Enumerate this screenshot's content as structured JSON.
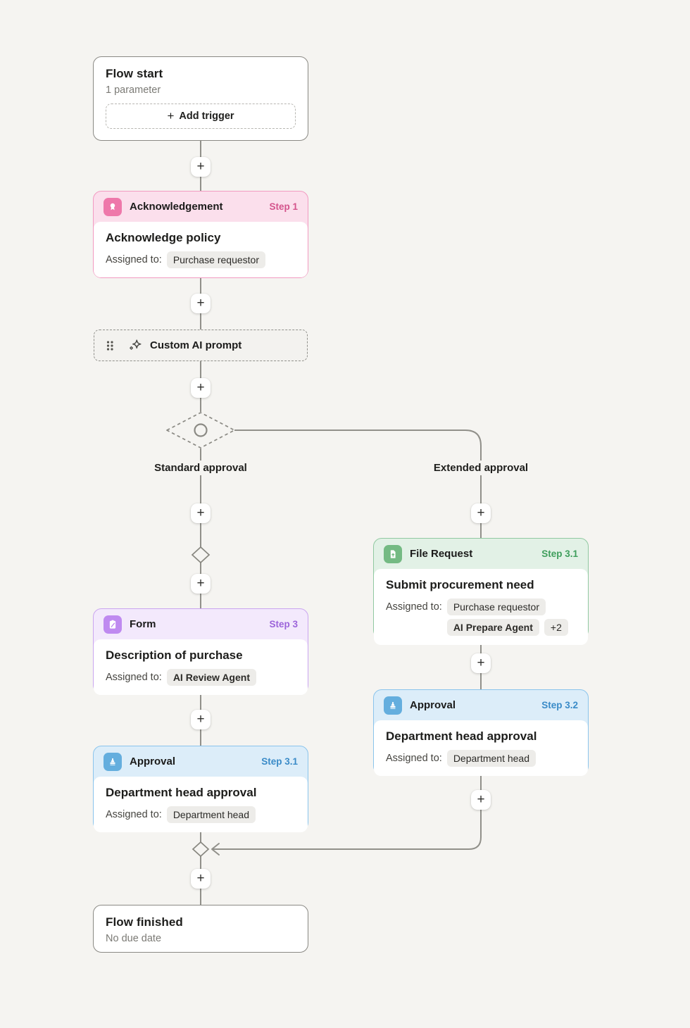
{
  "ui": {
    "plus": "+"
  },
  "colors": {
    "page_bg": "#f5f4f1",
    "line": "#91908a",
    "neutral_card_border": "#8a8984",
    "pill_bg": "#edece9",
    "pink": {
      "border": "#f29ac1",
      "header_bg": "#fbdfec",
      "icon_bg": "#ee78aa",
      "step_text": "#d4548c"
    },
    "purple": {
      "border": "#caa5f0",
      "header_bg": "#f3e9fc",
      "icon_bg": "#bf8af0",
      "step_text": "#9c64da"
    },
    "blue": {
      "border": "#8ac4ec",
      "header_bg": "#dcedf9",
      "icon_bg": "#64aede",
      "step_text": "#3a8bc8"
    },
    "green": {
      "border": "#90c9a1",
      "header_bg": "#e2f1e6",
      "icon_bg": "#74ba83",
      "step_text": "#3f9e5c"
    }
  },
  "icons": {
    "acknowledgement": "award-icon",
    "form": "clipboard-pencil-icon",
    "file_request": "file-upload-icon",
    "approval": "stamp-icon",
    "custom_ai_prompt": "sparkles-icon",
    "drag": "drag-handle-icon",
    "connector": "plus-icon"
  },
  "flow_start": {
    "title": "Flow start",
    "subtitle": "1 parameter",
    "add_trigger_label": "Add trigger"
  },
  "acknowledgement": {
    "type_label": "Acknowledgement",
    "step": "Step 1",
    "title": "Acknowledge policy",
    "assigned_label": "Assigned to:",
    "assignee": "Purchase requestor"
  },
  "custom_ai_prompt": {
    "label": "Custom AI prompt"
  },
  "branches": {
    "left_label": "Standard approval",
    "right_label": "Extended approval"
  },
  "form": {
    "type_label": "Form",
    "step": "Step 3",
    "title": "Description of purchase",
    "assigned_label": "Assigned to:",
    "assignee": "AI Review Agent"
  },
  "approval_left": {
    "type_label": "Approval",
    "step": "Step 3.1",
    "title": "Department head approval",
    "assigned_label": "Assigned to:",
    "assignee": "Department head"
  },
  "file_request": {
    "type_label": "File Request",
    "step": "Step 3.1",
    "title": "Submit procurement need",
    "assigned_label": "Assigned to:",
    "assignee_primary": "Purchase requestor",
    "assignee_agent": "AI Prepare Agent",
    "assignee_more": "+2"
  },
  "approval_right": {
    "type_label": "Approval",
    "step": "Step 3.2",
    "title": "Department head approval",
    "assigned_label": "Assigned to:",
    "assignee": "Department head"
  },
  "flow_finished": {
    "title": "Flow finished",
    "subtitle": "No due date"
  }
}
